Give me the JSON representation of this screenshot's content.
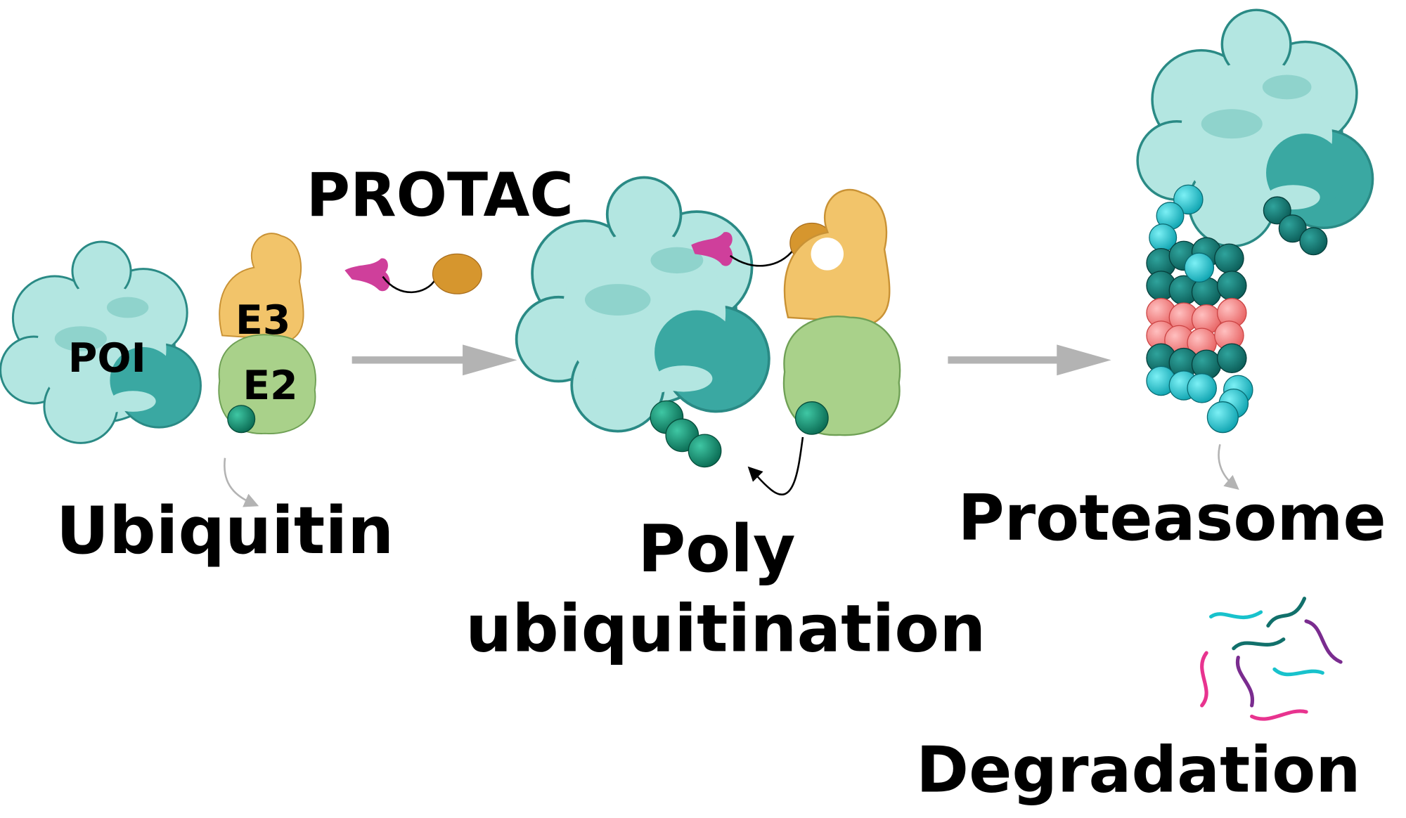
{
  "labels": {
    "poi": "POI",
    "e3": "E3",
    "e2": "E2",
    "protac": "PROTAC",
    "ubiquitin": "Ubiquitin",
    "poly_line1": "Poly",
    "poly_line2": "ubiquitination",
    "proteasome": "Proteasome",
    "degradation": "Degradation"
  },
  "colors": {
    "protein_light": "#b3e6e1",
    "protein_dark": "#3aa8a2",
    "protein_outline": "#2a8a85",
    "e3": "#f2c46a",
    "e2": "#a9d18a",
    "ubiquitin": "#0f8a6c",
    "ligand_warhead": "#cf3f9b",
    "ligand_e3": "#d6962e",
    "arrow": "#b3b3b3",
    "proteasome_core": "#f07c7c",
    "proteasome_ring": "#11706b",
    "proteasome_cyan": "#18c2cc"
  }
}
